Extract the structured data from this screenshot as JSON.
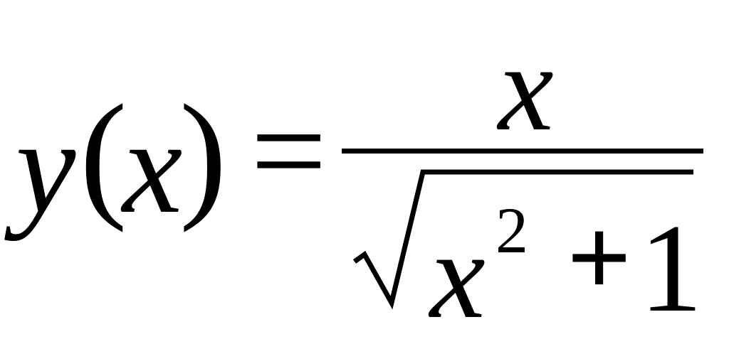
{
  "equation": {
    "lhs_function": "y",
    "lhs_open_paren": "(",
    "lhs_argument": "x",
    "lhs_close_paren": ")",
    "equals": "=",
    "numerator": "x",
    "denominator_base": "x",
    "denominator_exponent": "2",
    "denominator_operator": "+",
    "denominator_constant": "1"
  }
}
